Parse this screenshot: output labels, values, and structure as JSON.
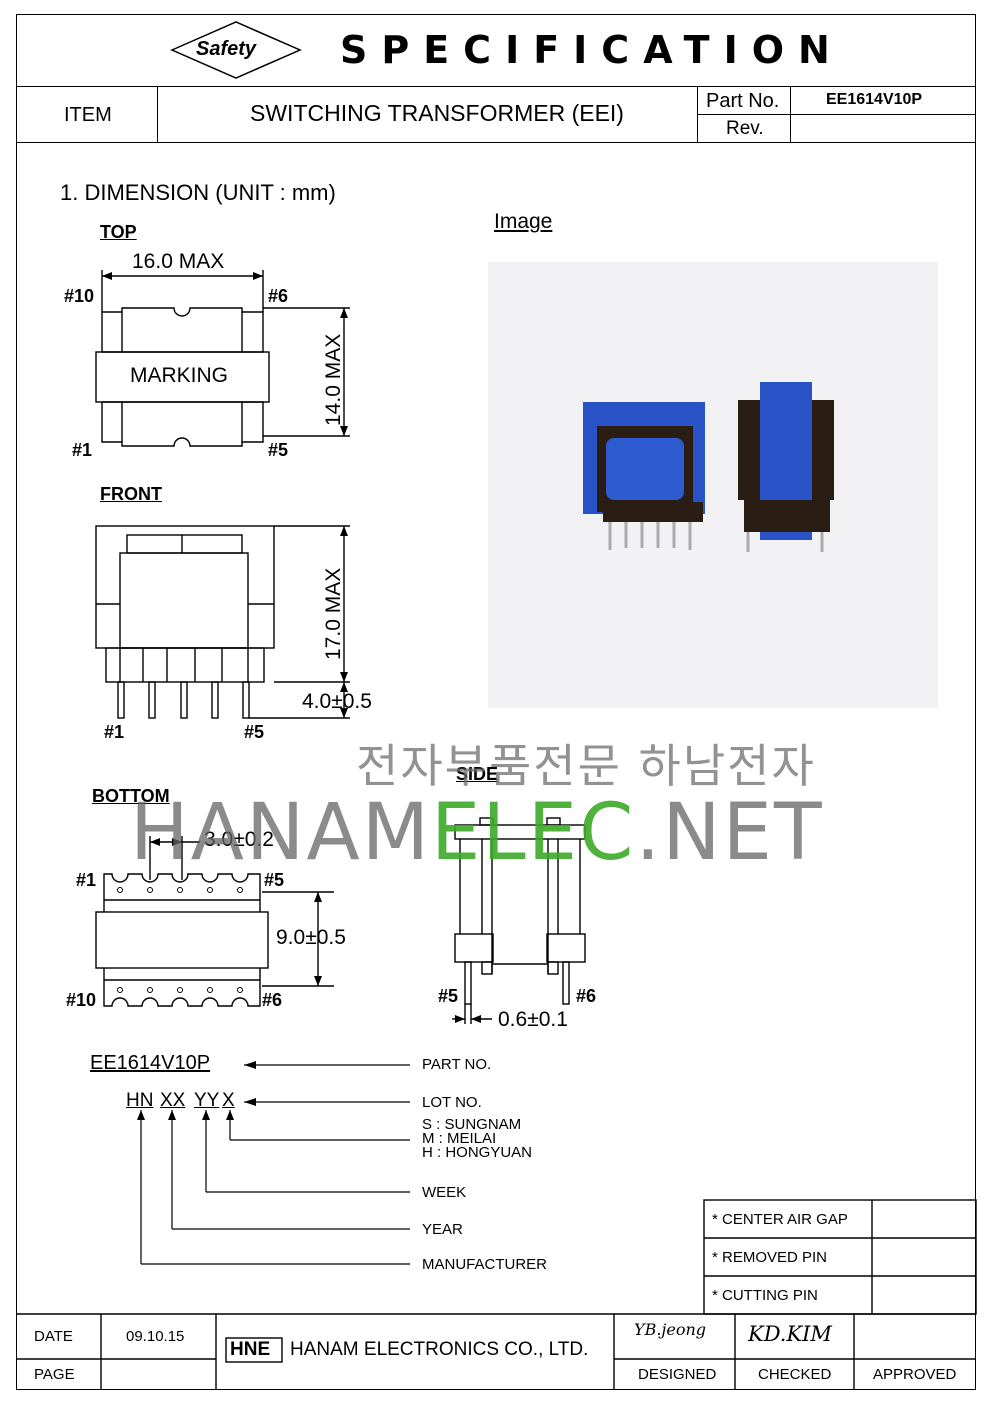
{
  "header": {
    "logo": "Safety",
    "title": "SPECIFICATION",
    "item_label": "ITEM",
    "item_value": "SWITCHING TRANSFORMER (EEI)",
    "part_no_label": "Part No.",
    "part_no_value": "EE1614V10P",
    "rev_label": "Rev.",
    "rev_value": ""
  },
  "section": {
    "title": "1. DIMENSION (UNIT : mm)",
    "image_label": "Image"
  },
  "top_view": {
    "label": "TOP",
    "width": "16.0 MAX",
    "height": "14.0 MAX",
    "marking": "MARKING",
    "pin_tl": "#10",
    "pin_tr": "#6",
    "pin_bl": "#1",
    "pin_br": "#5"
  },
  "front_view": {
    "label": "FRONT",
    "height": "17.0 MAX",
    "pin_length": "4.0±0.5",
    "pin_left": "#1",
    "pin_right": "#5"
  },
  "bottom_view": {
    "label": "BOTTOM",
    "pitch": "3.0±0.2",
    "row_span": "9.0±0.5",
    "pin_tl": "#1",
    "pin_tr": "#5",
    "pin_bl": "#10",
    "pin_br": "#6"
  },
  "side_view": {
    "label": "SIDE",
    "pin_width": "0.6±0.1",
    "pin_left": "#5",
    "pin_right": "#6"
  },
  "watermark": {
    "korean": "전자부품전문 하남전자",
    "part1": "HANAM",
    "part2": "ELEC",
    "part3": ".NET"
  },
  "marking": {
    "part": "EE1614V10P",
    "part_label": "PART NO.",
    "code_hn": "HN",
    "code_xx": "XX",
    "code_yy": "YY",
    "code_x": "X",
    "lot_label": "LOT NO.",
    "lot_s": "S : SUNGNAM",
    "lot_m": "M : MEILAI",
    "lot_h": "H : HONGYUAN",
    "week": "WEEK",
    "year": "YEAR",
    "manufacturer": "MANUFACTURER"
  },
  "options": [
    {
      "label": "* CENTER AIR GAP",
      "value": ""
    },
    {
      "label": "* REMOVED PIN",
      "value": ""
    },
    {
      "label": "* CUTTING PIN",
      "value": ""
    }
  ],
  "footer": {
    "date_label": "DATE",
    "date_value": "09.10.15",
    "page_label": "PAGE",
    "page_value": "",
    "company_logo": "HNE",
    "company": "HANAM ELECTRONICS CO., LTD.",
    "designed_sig": "YB.jeong",
    "checked_sig": "KD.KIM",
    "designed": "DESIGNED",
    "checked": "CHECKED",
    "approved": "APPROVED"
  }
}
